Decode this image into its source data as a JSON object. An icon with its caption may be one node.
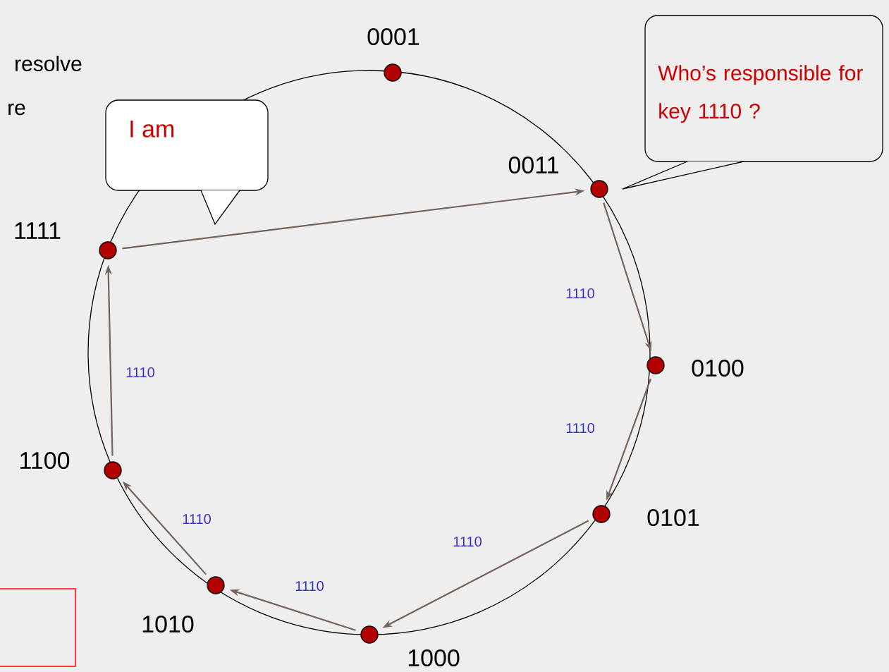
{
  "diagram": {
    "nodes": [
      {
        "text": [],
        "shape": "circle",
        "beside": [
          "0001"
        ]
      },
      {
        "text": [],
        "shape": "circle",
        "beside": [
          "0011"
        ]
      },
      {
        "text": [],
        "shape": "circle",
        "beside": [
          "0100"
        ]
      },
      {
        "text": [],
        "shape": "circle",
        "beside": [
          "0101"
        ]
      },
      {
        "text": [],
        "shape": "circle",
        "beside": [
          "1000"
        ]
      },
      {
        "text": [],
        "shape": "circle",
        "beside": [
          "1010"
        ]
      },
      {
        "text": [],
        "shape": "circle",
        "beside": [
          "1100"
        ]
      },
      {
        "text": [],
        "shape": "circle",
        "beside": [
          "1111"
        ]
      },
      {
        "text": [
          "I am"
        ]
      },
      {
        "text": [
          "Who’s responsible for key 1110 ?"
        ]
      }
    ],
    "edges": [
      {
        "from": 7,
        "to": 1,
        "arrow": "to"
      },
      {
        "from": 1,
        "to": 2,
        "arrow": "to",
        "label": "1110"
      },
      {
        "from": 2,
        "to": 3,
        "arrow": "to",
        "label": "1110"
      },
      {
        "from": 3,
        "to": 4,
        "arrow": "to",
        "label": "1110"
      },
      {
        "from": 4,
        "to": 5,
        "arrow": "to",
        "label": "1110"
      },
      {
        "from": 5,
        "to": 6,
        "arrow": "to",
        "label": "1110"
      },
      {
        "from": 6,
        "to": 7,
        "arrow": "to",
        "label": "1110"
      }
    ],
    "labels": [
      "resolve",
      "re"
    ]
  }
}
